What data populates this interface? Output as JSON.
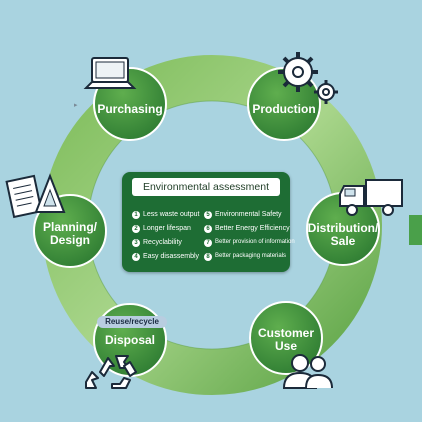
{
  "center": {
    "title": "Environmental assessment",
    "criteria": [
      {
        "num": "1",
        "text": "Less waste output"
      },
      {
        "num": "2",
        "text": "Longer lifespan"
      },
      {
        "num": "3",
        "text": "Recyclability"
      },
      {
        "num": "4",
        "text": "Easy disassembly"
      },
      {
        "num": "5",
        "text": "Environmental Safety"
      },
      {
        "num": "6",
        "text": "Better Energy Efficiency"
      },
      {
        "num": "7",
        "text": "Better provision of information"
      },
      {
        "num": "8",
        "text": "Better packaging materials"
      }
    ]
  },
  "stages": {
    "purchasing": {
      "line1": "Purchasing",
      "line2": ""
    },
    "production": {
      "line1": "Production",
      "line2": ""
    },
    "distribution": {
      "line1": "Distribution/",
      "line2": "Sale"
    },
    "customer": {
      "line1": "Customer",
      "line2": "Use"
    },
    "disposal": {
      "line1": "Disposal",
      "line2": "",
      "tag": "Reuse/recycle"
    },
    "planning": {
      "line1": "Planning/",
      "line2": "Design"
    }
  },
  "icons": {
    "purchasing": "laptop-icon",
    "production": "gears-icon",
    "distribution": "truck-icon",
    "customer": "people-icon",
    "disposal": "recycle-icon",
    "planning": "documents-icon"
  },
  "colors": {
    "background": "#a9d3e0",
    "ring": "#6cab4e",
    "node": "#3e8f3a",
    "center_box": "#1e6d34"
  }
}
